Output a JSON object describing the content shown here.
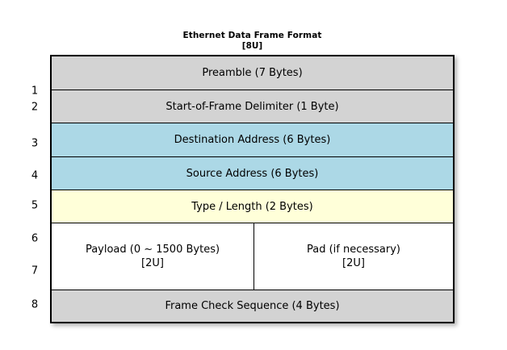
{
  "diagram": {
    "title": "Ethernet Data Frame Format",
    "subtitle": "[8U]",
    "colors": {
      "gray": "#d3d3d3",
      "blue": "#acd8e6",
      "yellow": "#ffffd9",
      "white": "#ffffff",
      "border": "#000000",
      "background": "#ffffff"
    },
    "row_numbers": [
      "1",
      "2",
      "3",
      "4",
      "5",
      "6",
      "7",
      "8"
    ],
    "rows": [
      {
        "number": "1",
        "label": "Preamble (7 Bytes)",
        "fill": "gray"
      },
      {
        "number": "2",
        "label": "Start-of-Frame Delimiter (1 Byte)",
        "fill": "gray"
      },
      {
        "number": "3",
        "label": "Destination Address (6 Bytes)",
        "fill": "blue"
      },
      {
        "number": "4",
        "label": "Source Address (6 Bytes)",
        "fill": "blue"
      },
      {
        "number": "5",
        "label": "Type / Length (2 Bytes)",
        "fill": "yellow"
      },
      {
        "number": "6-7",
        "fill": "white",
        "split": true,
        "left": {
          "label": "Payload (0 ~ 1500 Bytes)",
          "sublabel": "[2U]"
        },
        "right": {
          "label": "Pad (if necessary)",
          "sublabel": "[2U]"
        }
      },
      {
        "number": "8",
        "label": "Frame Check Sequence (4 Bytes)",
        "fill": "gray"
      }
    ]
  }
}
